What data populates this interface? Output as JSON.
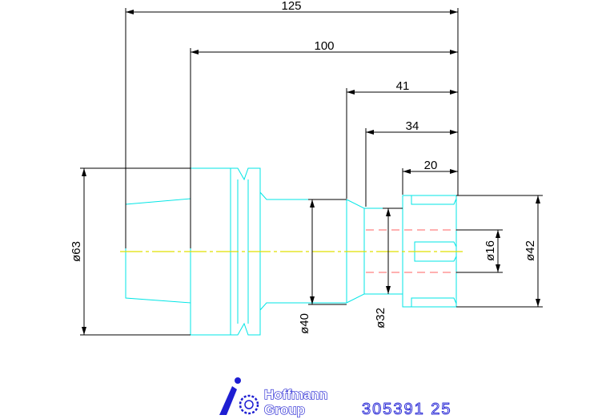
{
  "dimensions": {
    "length_125": "125",
    "length_100": "100",
    "length_41": "41",
    "length_34": "34",
    "length_20": "20",
    "dia_63": "ø63",
    "dia_40": "ø40",
    "dia_32": "ø32",
    "dia_16": "ø16",
    "dia_42": "ø42"
  },
  "logo": {
    "line1": "Hoffmann",
    "line2": "Group",
    "part_number": "305391 25"
  },
  "icons": {
    "logo_mark": "hoffmann-logo-icon"
  },
  "colors": {
    "part_outline": "#00e5e5",
    "dimension_line": "#000000",
    "centerline": "#e0e000",
    "hidden_line": "#ff6060",
    "logo_blue": "#1e1ed2"
  }
}
